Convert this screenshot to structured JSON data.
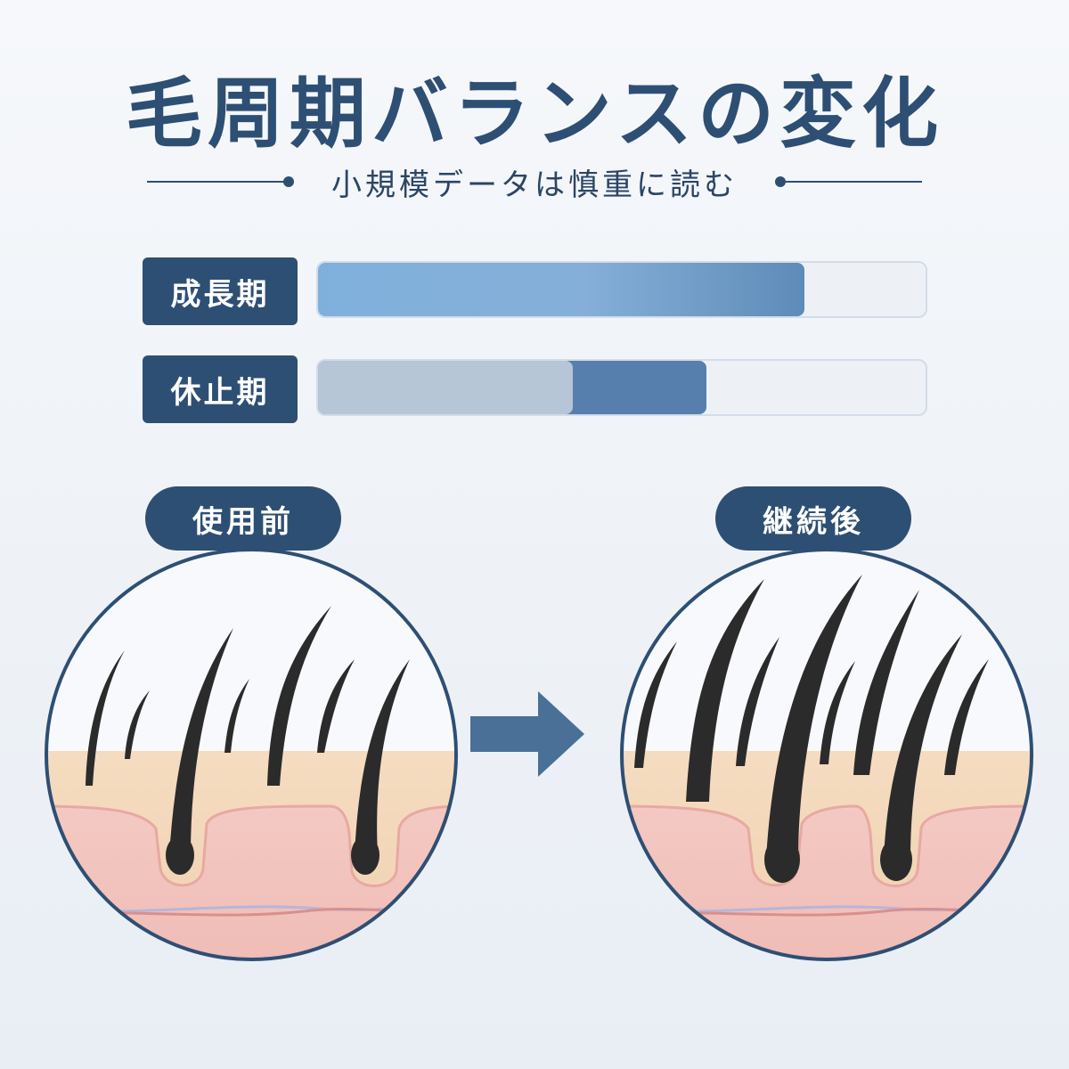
{
  "title": "毛周期バランスの変化",
  "subtitle": "小規模データは慎重に読む",
  "bars": [
    {
      "label": "成長期",
      "fill_fraction": 0.8
    },
    {
      "label": "休止期",
      "fill_fraction": 0.64,
      "inner_fraction": 0.42
    }
  ],
  "panels": {
    "before_label": "使用前",
    "after_label": "継続後"
  },
  "colors": {
    "primary": "#2e4f74",
    "growth_bar": "#7fb0dc",
    "rest_bar_dark": "#567fae",
    "rest_bar_light": "#b6c6d7",
    "skin_top": "#f3d5b8",
    "skin_bottom": "#f2c5bf",
    "hair": "#2b2b2b"
  },
  "icons": {
    "arrow": "arrow-right-icon"
  }
}
